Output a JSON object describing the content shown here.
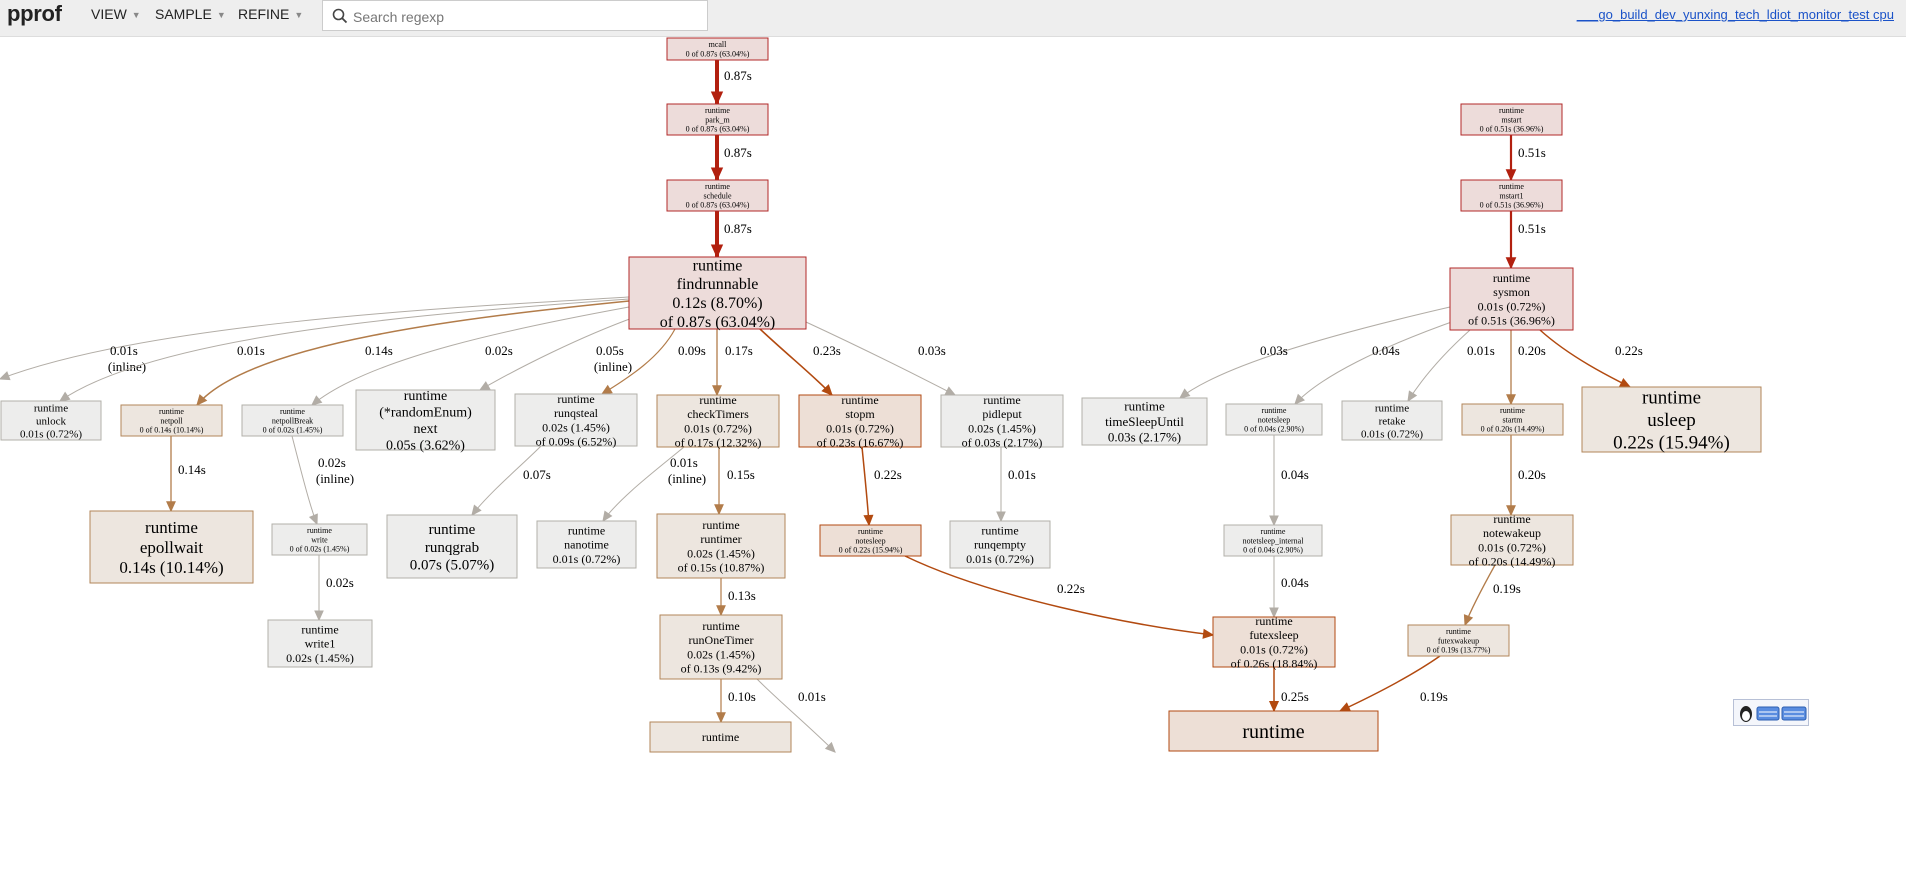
{
  "header": {
    "app_name": "pprof",
    "menus": [
      "VIEW",
      "SAMPLE",
      "REFINE"
    ],
    "search_placeholder": "Search regexp",
    "search_value": "",
    "profile_name": "___go_build_dev_yunxing_tech_ldiot_monitor_test cpu"
  },
  "colors": {
    "hot_edge": "#b2200f",
    "warm_edge": "#b24a10",
    "mid_edge": "#b27c4a",
    "cool_edge": "#b2ada6",
    "hot_fill": "#eddcda",
    "hot_stroke": "#b22828",
    "link": "#1a52c8"
  },
  "nodes": [
    {
      "id": "mcall",
      "lines": [
        "mcall",
        "0 of 0.87s (63.04%)"
      ]
    },
    {
      "id": "park_m",
      "lines": [
        "runtime",
        "park_m",
        "0 of 0.87s (63.04%)"
      ]
    },
    {
      "id": "schedule",
      "lines": [
        "runtime",
        "schedule",
        "0 of 0.87s (63.04%)"
      ]
    },
    {
      "id": "findrunnable",
      "lines": [
        "runtime",
        "findrunnable",
        "0.12s (8.70%)",
        "of 0.87s (63.04%)"
      ]
    },
    {
      "id": "unlock",
      "lines": [
        "runtime",
        "unlock",
        "0.01s (0.72%)"
      ]
    },
    {
      "id": "netpoll",
      "lines": [
        "runtime",
        "netpoll",
        "0 of 0.14s (10.14%)"
      ]
    },
    {
      "id": "netpollBreak",
      "lines": [
        "runtime",
        "netpollBreak",
        "0 of 0.02s (1.45%)"
      ]
    },
    {
      "id": "randomEnum",
      "lines": [
        "runtime",
        "(*randomEnum)",
        "next",
        "0.05s (3.62%)"
      ]
    },
    {
      "id": "runqsteal",
      "lines": [
        "runtime",
        "runqsteal",
        "0.02s (1.45%)",
        "of 0.09s (6.52%)"
      ]
    },
    {
      "id": "checkTimers",
      "lines": [
        "runtime",
        "checkTimers",
        "0.01s (0.72%)",
        "of 0.17s (12.32%)"
      ]
    },
    {
      "id": "stopm",
      "lines": [
        "runtime",
        "stopm",
        "0.01s (0.72%)",
        "of 0.23s (16.67%)"
      ]
    },
    {
      "id": "pidleput",
      "lines": [
        "runtime",
        "pidleput",
        "0.02s (1.45%)",
        "of 0.03s (2.17%)"
      ]
    },
    {
      "id": "epollwait",
      "lines": [
        "runtime",
        "epollwait",
        "0.14s (10.14%)"
      ]
    },
    {
      "id": "write",
      "lines": [
        "runtime",
        "write",
        "0 of 0.02s (1.45%)"
      ]
    },
    {
      "id": "write1",
      "lines": [
        "runtime",
        "write1",
        "0.02s (1.45%)"
      ]
    },
    {
      "id": "runqgrab",
      "lines": [
        "runtime",
        "runqgrab",
        "0.07s (5.07%)"
      ]
    },
    {
      "id": "nanotime",
      "lines": [
        "runtime",
        "nanotime",
        "0.01s (0.72%)"
      ]
    },
    {
      "id": "runtimer",
      "lines": [
        "runtime",
        "runtimer",
        "0.02s (1.45%)",
        "of 0.15s (10.87%)"
      ]
    },
    {
      "id": "runOneTimer",
      "lines": [
        "runtime",
        "runOneTimer",
        "0.02s (1.45%)",
        "of 0.13s (9.42%)"
      ]
    },
    {
      "id": "notesleep",
      "lines": [
        "runtime",
        "notesleep",
        "0 of 0.22s (15.94%)"
      ]
    },
    {
      "id": "runqempty",
      "lines": [
        "runtime",
        "runqempty",
        "0.01s (0.72%)"
      ]
    },
    {
      "id": "mstart",
      "lines": [
        "runtime",
        "mstart",
        "0 of 0.51s (36.96%)"
      ]
    },
    {
      "id": "mstart1",
      "lines": [
        "runtime",
        "mstart1",
        "0 of 0.51s (36.96%)"
      ]
    },
    {
      "id": "sysmon",
      "lines": [
        "runtime",
        "sysmon",
        "0.01s (0.72%)",
        "of 0.51s (36.96%)"
      ]
    },
    {
      "id": "timeSleepUntil",
      "lines": [
        "runtime",
        "timeSleepUntil",
        "0.03s (2.17%)"
      ]
    },
    {
      "id": "notetsleep",
      "lines": [
        "runtime",
        "notetsleep",
        "0 of 0.04s (2.90%)"
      ]
    },
    {
      "id": "retake",
      "lines": [
        "runtime",
        "retake",
        "0.01s (0.72%)"
      ]
    },
    {
      "id": "startm",
      "lines": [
        "runtime",
        "startm",
        "0 of 0.20s (14.49%)"
      ]
    },
    {
      "id": "usleep",
      "lines": [
        "runtime",
        "usleep",
        "0.22s (15.94%)"
      ]
    },
    {
      "id": "notetsleep_internal",
      "lines": [
        "runtime",
        "notetsleep_internal",
        "0 of 0.04s (2.90%)"
      ]
    },
    {
      "id": "notewakeup",
      "lines": [
        "runtime",
        "notewakeup",
        "0.01s (0.72%)",
        "of 0.20s (14.49%)"
      ]
    },
    {
      "id": "futexwakeup",
      "lines": [
        "runtime",
        "futexwakeup",
        "0 of 0.19s (13.77%)"
      ]
    },
    {
      "id": "futexsleep",
      "lines": [
        "runtime",
        "futexsleep",
        "0.01s (0.72%)",
        "of 0.26s (18.84%)"
      ]
    },
    {
      "id": "bottom_runtime",
      "lines": [
        "runtime"
      ]
    },
    {
      "id": "bottom_runtime2",
      "lines": [
        "runtime"
      ]
    }
  ],
  "edges": [
    {
      "from": "mcall",
      "to": "park_m",
      "label": [
        "0.87s"
      ]
    },
    {
      "from": "park_m",
      "to": "schedule",
      "label": [
        "0.87s"
      ]
    },
    {
      "from": "schedule",
      "to": "findrunnable",
      "label": [
        "0.87s"
      ]
    },
    {
      "from": "findrunnable",
      "to": "offscreen_left",
      "label": [
        "0.01s",
        "(inline)"
      ]
    },
    {
      "from": "findrunnable",
      "to": "unlock",
      "label": [
        "0.01s"
      ]
    },
    {
      "from": "findrunnable",
      "to": "netpoll",
      "label": [
        "0.14s"
      ]
    },
    {
      "from": "findrunnable",
      "to": "netpollBreak",
      "label": [
        "0.02s"
      ]
    },
    {
      "from": "findrunnable",
      "to": "randomEnum",
      "label": [
        "0.05s",
        "(inline)"
      ]
    },
    {
      "from": "findrunnable",
      "to": "runqsteal",
      "label": [
        "0.09s"
      ]
    },
    {
      "from": "findrunnable",
      "to": "checkTimers",
      "label": [
        "0.17s"
      ]
    },
    {
      "from": "findrunnable",
      "to": "stopm",
      "label": [
        "0.23s"
      ]
    },
    {
      "from": "findrunnable",
      "to": "pidleput",
      "label": [
        "0.03s"
      ]
    },
    {
      "from": "netpoll",
      "to": "epollwait",
      "label": [
        "0.14s"
      ]
    },
    {
      "from": "netpollBreak",
      "to": "write",
      "label": [
        "0.02s",
        "(inline)"
      ]
    },
    {
      "from": "write",
      "to": "write1",
      "label": [
        "0.02s"
      ]
    },
    {
      "from": "runqsteal",
      "to": "runqgrab",
      "label": [
        "0.07s"
      ]
    },
    {
      "from": "checkTimers",
      "to": "nanotime",
      "label": [
        "0.01s",
        "(inline)"
      ]
    },
    {
      "from": "checkTimers",
      "to": "runtimer",
      "label": [
        "0.15s"
      ]
    },
    {
      "from": "runtimer",
      "to": "runOneTimer",
      "label": [
        "0.13s"
      ]
    },
    {
      "from": "runOneTimer",
      "to": "bottom_runtime2",
      "label": [
        "0.10s"
      ]
    },
    {
      "from": "runOneTimer",
      "to": "offscreen_bottom",
      "label": [
        "0.01s"
      ]
    },
    {
      "from": "stopm",
      "to": "notesleep",
      "label": [
        "0.22s"
      ]
    },
    {
      "from": "notesleep",
      "to": "futexsleep",
      "label": [
        "0.22s"
      ]
    },
    {
      "from": "pidleput",
      "to": "runqempty",
      "label": [
        "0.01s"
      ]
    },
    {
      "from": "mstart",
      "to": "mstart1",
      "label": [
        "0.51s"
      ]
    },
    {
      "from": "mstart1",
      "to": "sysmon",
      "label": [
        "0.51s"
      ]
    },
    {
      "from": "sysmon",
      "to": "timeSleepUntil",
      "label": [
        "0.03s"
      ]
    },
    {
      "from": "sysmon",
      "to": "notetsleep",
      "label": [
        "0.04s"
      ]
    },
    {
      "from": "sysmon",
      "to": "retake",
      "label": [
        "0.01s"
      ]
    },
    {
      "from": "sysmon",
      "to": "startm",
      "label": [
        "0.20s"
      ]
    },
    {
      "from": "sysmon",
      "to": "usleep",
      "label": [
        "0.22s"
      ]
    },
    {
      "from": "notetsleep",
      "to": "notetsleep_internal",
      "label": [
        "0.04s"
      ]
    },
    {
      "from": "notetsleep_internal",
      "to": "futexsleep",
      "label": [
        "0.04s"
      ]
    },
    {
      "from": "startm",
      "to": "notewakeup",
      "label": [
        "0.20s"
      ]
    },
    {
      "from": "notewakeup",
      "to": "futexwakeup",
      "label": [
        "0.19s"
      ]
    },
    {
      "from": "futexwakeup",
      "to": "bottom_runtime",
      "label": [
        "0.19s"
      ]
    },
    {
      "from": "futexsleep",
      "to": "bottom_runtime",
      "label": [
        "0.25s"
      ]
    }
  ]
}
